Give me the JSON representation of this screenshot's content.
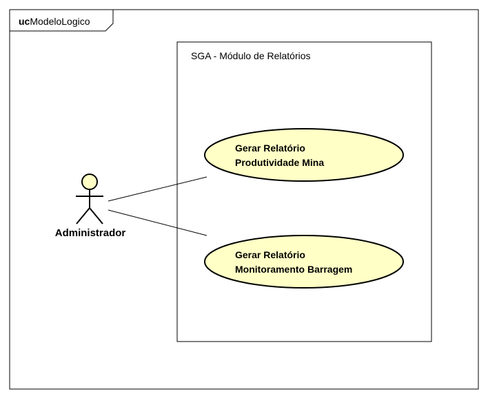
{
  "frame": {
    "keyword": "uc",
    "name": "ModeloLogico"
  },
  "system": {
    "title": "SGA - Módulo de Relatórios"
  },
  "actor": {
    "name": "Administrador"
  },
  "use_cases": [
    {
      "line1": "Gerar Relatório",
      "line2": "Produtividade Mina"
    },
    {
      "line1": "Gerar Relatório",
      "line2": "Monitoramento Barragem"
    }
  ],
  "colors": {
    "use_case_fill": "#ffffc6",
    "actor_fill": "#ffffc6",
    "stroke": "#000000"
  }
}
